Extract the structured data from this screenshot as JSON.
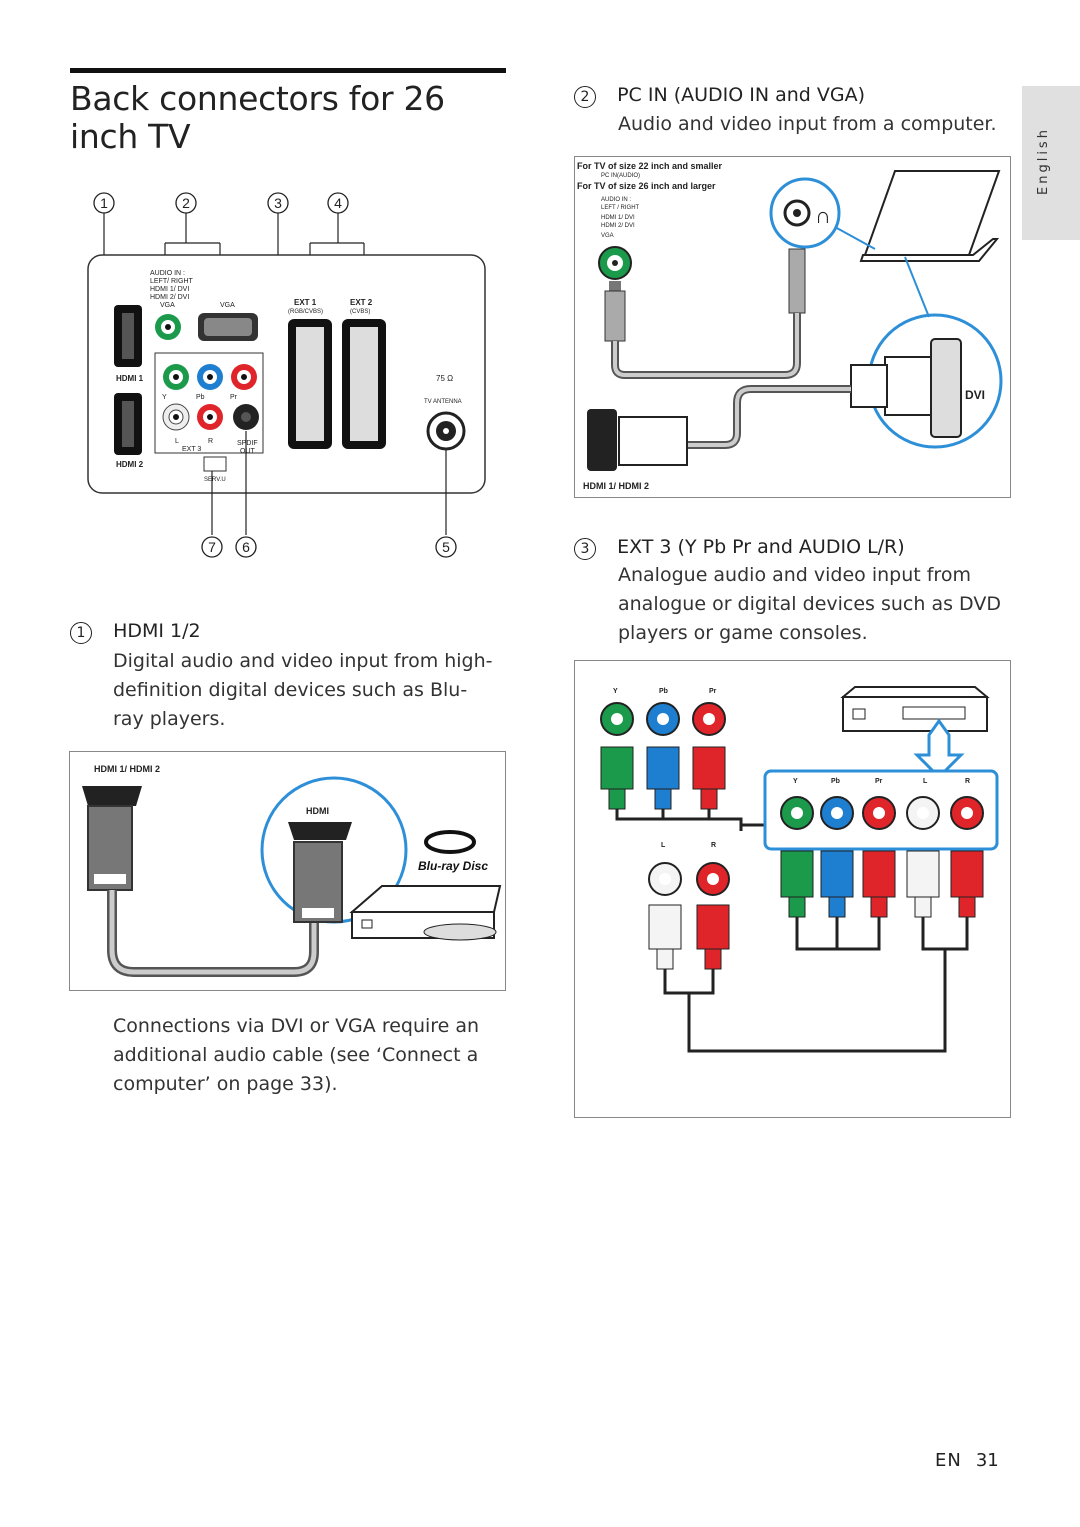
{
  "page": {
    "title": "Back connectors for 26 inch TV",
    "language_tab": "English",
    "footer_lang": "EN",
    "footer_page": "31"
  },
  "diagram": {
    "callouts_top": [
      "1",
      "2",
      "3",
      "4"
    ],
    "callouts_bottom": [
      "7",
      "6",
      "5"
    ],
    "labels": {
      "audio_in": [
        "AUDIO IN :",
        "LEFT/ RIGHT",
        "HDMI 1/ DVI",
        "HDMI 2/ DVI",
        "VGA"
      ],
      "vga": "VGA",
      "hdmi1": "HDMI 1",
      "hdmi2": "HDMI 2",
      "ext1": "EXT 1",
      "ext1_sub": "(RGB/CVBS)",
      "ext2": "EXT 2",
      "ext2_sub": "(CVBS)",
      "y": "Y",
      "pb": "Pb",
      "pr": "Pr",
      "l": "L",
      "r": "R",
      "ext3": "EXT 3",
      "spdif": "SPDIF",
      "out": "OUT",
      "serv_u": "SERV.U",
      "ohm": "75 Ω",
      "tv_antenna": "TV ANTENNA"
    }
  },
  "sections": {
    "hdmi": {
      "number": "1",
      "heading": "HDMI 1/2",
      "text": "Digital audio and video input from high-definition digital devices such as Blu-ray players.",
      "fig_label": "HDMI 1/ HDMI 2",
      "fig_inset": "HDMI",
      "bluray_logo": "Blu-ray Disc",
      "note": "Connections via DVI or VGA require an additional audio cable (see ‘Connect a computer’ on page 33)."
    },
    "pcin": {
      "number": "2",
      "heading": "PC IN (AUDIO IN and VGA)",
      "text": "Audio and video input from a computer.",
      "fig_line1": "For TV of size 22 inch and smaller",
      "fig_line1_sub": "PC IN(AUDIO)",
      "fig_line2": "For TV of size 26 inch and larger",
      "fig_audio": [
        "AUDIO IN :",
        "LEFT / RIGHT",
        "HDMI 1/ DVI",
        "HDMI 2/ DVI",
        "VGA"
      ],
      "fig_dvi": "DVI",
      "fig_hdmi": "HDMI 1/ HDMI 2"
    },
    "ext3": {
      "number": "3",
      "heading": "EXT 3 (Y Pb Pr and AUDIO L/R)",
      "text": "Analogue audio and video input from analogue or digital devices such as DVD players or game consoles.",
      "fig_top": [
        "Y",
        "Pb",
        "Pr"
      ],
      "fig_right": [
        "Y",
        "Pb",
        "Pr",
        "L",
        "R"
      ],
      "fig_left": [
        "L",
        "R"
      ]
    }
  },
  "colors": {
    "green": "#1a9a4a",
    "blue": "#1e7fd0",
    "red": "#e0252a",
    "white": "#f4f4f4",
    "highlight": "#2d8fd8"
  }
}
